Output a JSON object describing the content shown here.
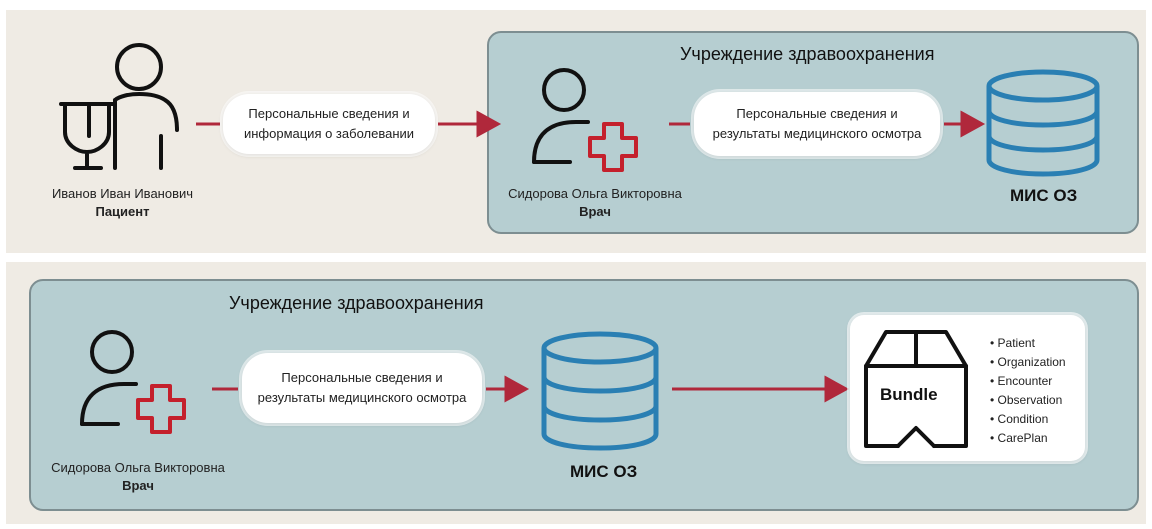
{
  "top": {
    "org_title": "Учреждение здравоохранения",
    "message1": [
      "Персональные сведения и",
      "информация о заболевании"
    ],
    "message2": [
      "Персональные сведения и",
      "результаты медицинского осмотра"
    ],
    "patient": {
      "name": "Иванов Иван Иванович",
      "role": "Пациент"
    },
    "doctor": {
      "name": "Сидорова Ольга Викторовна",
      "role": "Врач"
    },
    "mis_label": "МИС ОЗ"
  },
  "bottom": {
    "org_title": "Учреждение здравоохранения",
    "message": [
      "Персональные сведения и",
      "результаты медицинского осмотра"
    ],
    "doctor": {
      "name": "Сидорова Ольга Викторовна",
      "role": "Врач"
    },
    "mis_label": "МИС ОЗ",
    "bundle_label": "Bundle",
    "bundle_items": [
      "Patient",
      "Organization",
      "Encounter",
      "Observation",
      "Condition",
      "CarePlan"
    ]
  },
  "colors": {
    "arrow": "#b0283b",
    "cross": "#c4202c",
    "database": "#2a7fb3",
    "org_bg": "#b6ced1",
    "panel_bg": "#efebe4"
  },
  "icons": [
    "patient-icon",
    "doctor-icon",
    "medical-cross-icon",
    "database-icon",
    "box-icon"
  ]
}
